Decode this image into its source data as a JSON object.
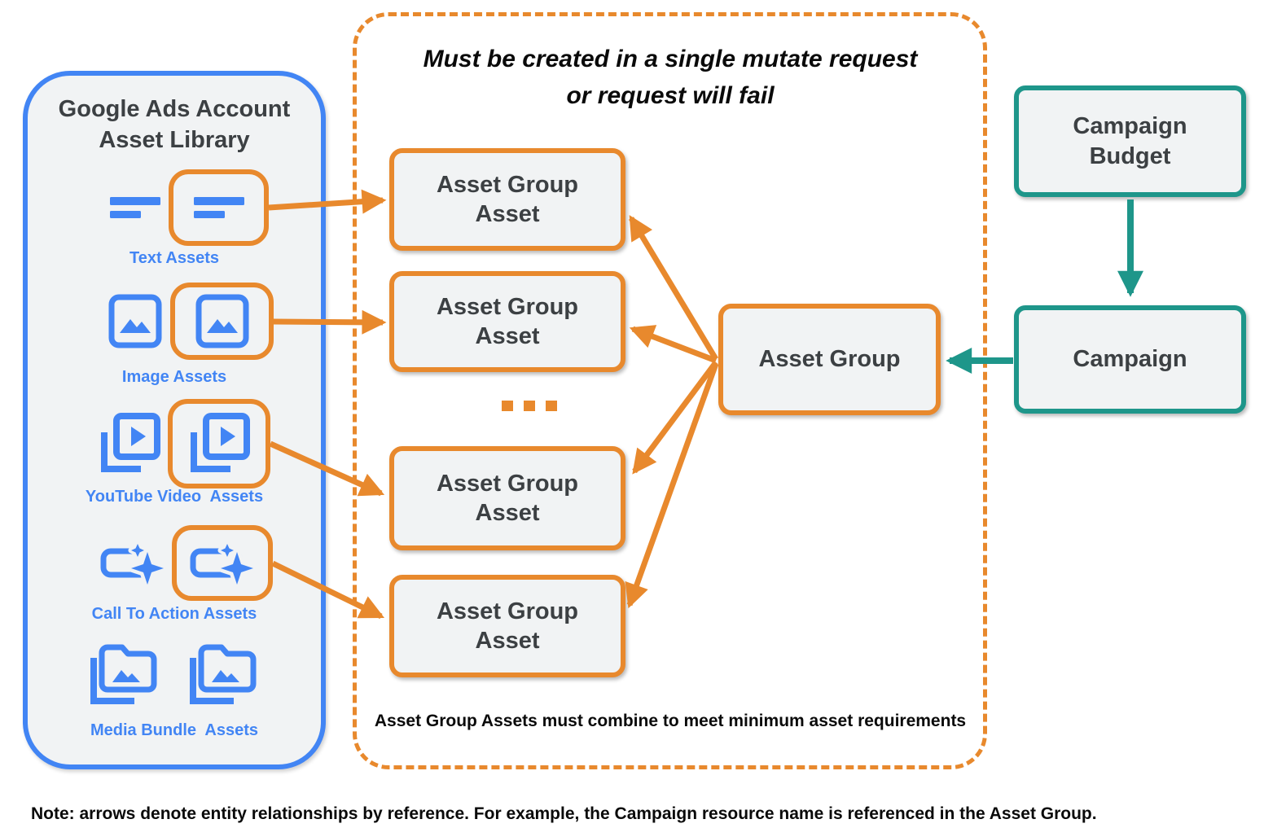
{
  "colors": {
    "orange": "#E8892D",
    "blue": "#4285F4",
    "teal": "#1E968A",
    "box_fill": "#F1F3F4",
    "dark_text": "#3C4043"
  },
  "asset_library": {
    "title": "Google Ads Account\nAsset Library",
    "rows": [
      {
        "label": "Text Assets",
        "icon": "text-lines-icon",
        "highlighted": true
      },
      {
        "label": "Image Assets",
        "icon": "image-icon",
        "highlighted": true
      },
      {
        "label": "YouTube Video  Assets",
        "icon": "youtube-video-icon",
        "highlighted": true
      },
      {
        "label": "Call To Action Assets",
        "icon": "call-to-action-icon",
        "highlighted": true
      },
      {
        "label": "Media Bundle  Assets",
        "icon": "media-bundle-icon",
        "highlighted": false
      }
    ]
  },
  "mutate_panel": {
    "title": "Must be created in a single mutate request\nor request will fail",
    "boxes": [
      "Asset Group\nAsset",
      "Asset Group\nAsset",
      "Asset Group\nAsset",
      "Asset Group\nAsset"
    ],
    "ellipsis": "...",
    "asset_group": "Asset Group",
    "footnote": "Asset Group Assets must combine to meet minimum asset requirements"
  },
  "campaign_flow": {
    "budget": "Campaign\nBudget",
    "campaign": "Campaign"
  },
  "note": "Note: arrows denote entity relationships by reference. For example, the Campaign resource name is referenced in the Asset Group."
}
